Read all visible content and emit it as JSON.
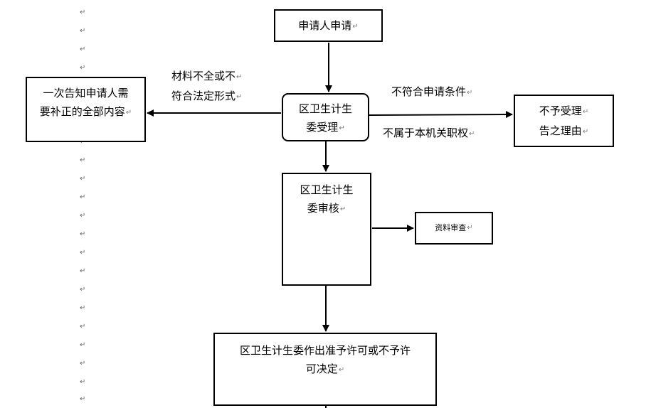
{
  "nodes": {
    "apply": {
      "line1": "申请人申请"
    },
    "accept": {
      "line1": "区卫生计生",
      "line2": "委受理"
    },
    "notify": {
      "line1": "一次告知申请人需",
      "line2": "要补正的全部内容"
    },
    "reject": {
      "line1": "不予受理",
      "line2": "告之理由"
    },
    "review": {
      "line1": "区卫生计生",
      "line2": "委审核"
    },
    "docs": {
      "line1": "资料审查"
    },
    "decision": {
      "line1": "区卫生计生委作出准予许可或不予许",
      "line2": "可决定"
    }
  },
  "edge_labels": {
    "incomplete_line1": "材料不全或不",
    "incomplete_line2": "符合法定形式",
    "not_qualified": "不符合申请条件",
    "not_jurisdiction": "不属于本机关职权"
  },
  "return_mark": "↵"
}
